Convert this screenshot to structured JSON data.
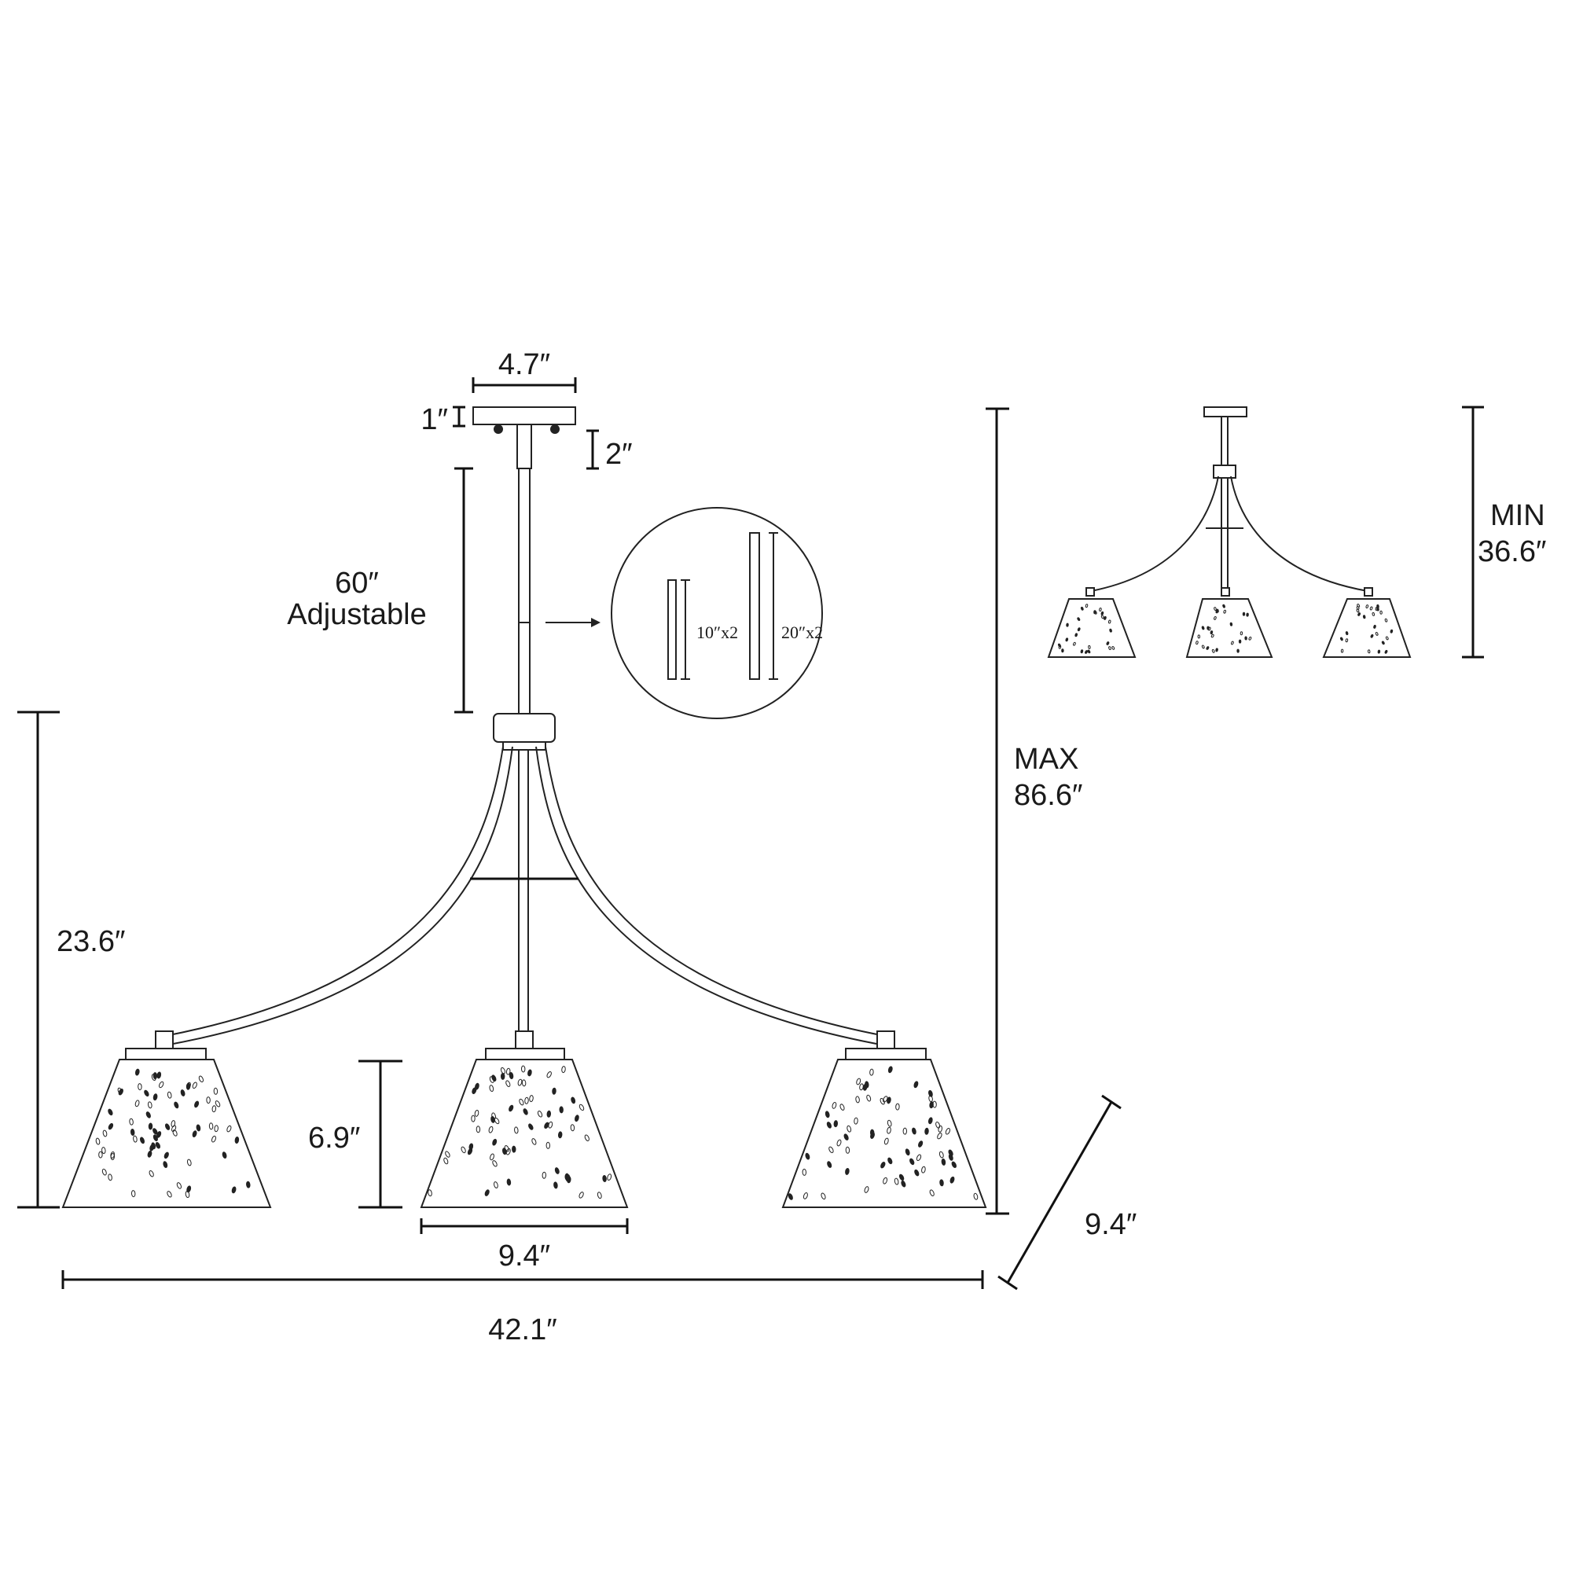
{
  "dimensions": {
    "canopy_width": "4.7″",
    "canopy_height": "1″",
    "canopy_stem": "2″",
    "rod_length": "60″",
    "rod_note": "Adjustable",
    "rod_inset_short": "10″x2",
    "rod_inset_long": "20″x2",
    "max_label": "MAX",
    "max_value": "86.6″",
    "min_label": "MIN",
    "min_value": "36.6″",
    "arm_drop": "23.6″",
    "shade_height": "6.9″",
    "shade_width": "9.4″",
    "total_width": "42.1″",
    "depth": "9.4″"
  },
  "icons": {
    "arrow": "arrow-right-icon"
  }
}
